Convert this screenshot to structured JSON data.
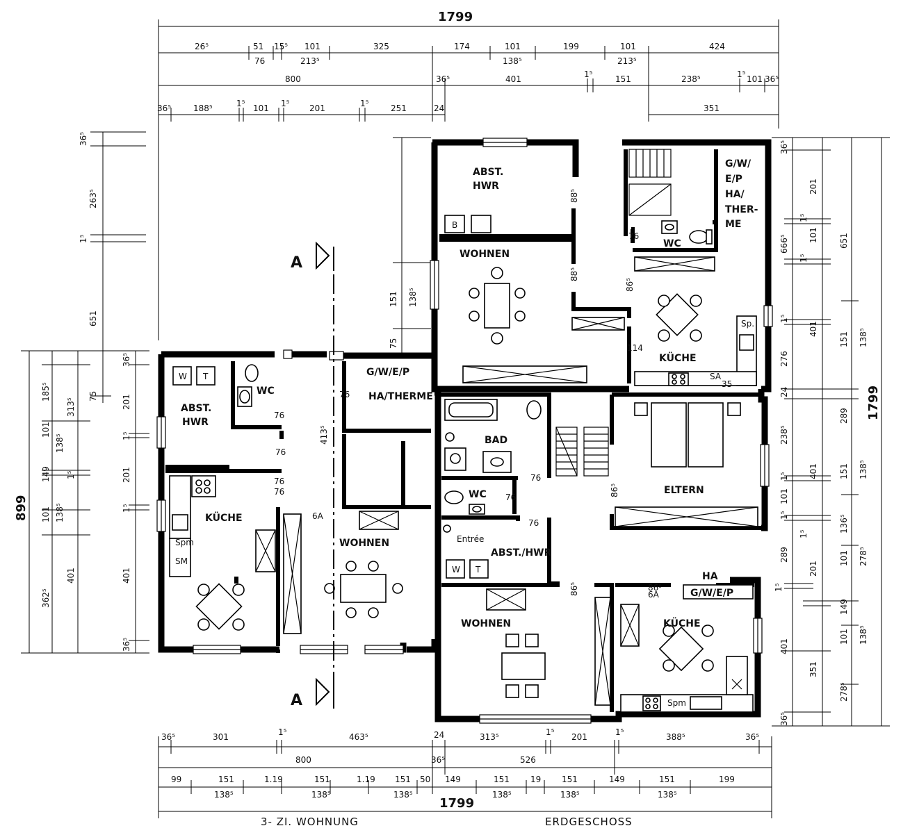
{
  "caption": {
    "left": "3-  ZI.  WOHNUNG",
    "right": "ERDGESCHOSS"
  },
  "section_mark": {
    "label": "A"
  },
  "rooms": {
    "w1_abst": "ABST.",
    "w1_hwr": "HWR",
    "w1_wc": "WC",
    "w1_kueche": "KÜCHE",
    "w1_wohnen": "WOHNEN",
    "w1_gwep": "G/W/E/P",
    "w1_hatherme": "HA/THERME",
    "w2_abst": "ABST.",
    "w2_hwr": "HWR",
    "w2_wohnen": "WOHNEN",
    "w2_wc": "WC",
    "w2_kueche": "KÜCHE",
    "w2_g": "G/W/",
    "w2_e": "E/P",
    "w2_ha": "HA/",
    "w2_ther": "THER-",
    "w2_me": "ME",
    "w3_bad": "BAD",
    "w3_wc": "WC",
    "w3_entree": "Entrée",
    "w3_absthwr": "ABST./HWR",
    "w3_eltern": "ELTERN",
    "w3_wohnen": "WOHNEN",
    "w3_kueche": "KÜCHE",
    "w3_ha": "HA",
    "w3_gwep": "G/W/E/P"
  },
  "fixture_labels": {
    "w": "W",
    "t": "T",
    "sp": "Sp.",
    "sa": "SA",
    "n35": "35",
    "spm": "Spm",
    "sm": "SM",
    "b": "B"
  },
  "marks": {
    "m76": "76",
    "m6a": "6A",
    "m413": "413⁵",
    "m885": "88⁵",
    "m114": "114",
    "m865": "86⁵"
  },
  "dims_top": {
    "total": "1799",
    "row1": [
      "26⁵",
      "51",
      "15⁵",
      "101",
      "325",
      "174",
      "101",
      "199",
      "101",
      "424"
    ],
    "row1_sub": [
      "76",
      "213⁵",
      "138⁵",
      "213⁵"
    ],
    "row2": [
      "800",
      "36⁵",
      "401",
      "1⁵",
      "151",
      "238⁵",
      "1⁵",
      "101",
      "36⁵"
    ],
    "row3": [
      "36⁵",
      "188⁵",
      "1⁵",
      "101",
      "1⁵",
      "201",
      "1⁵",
      "251",
      "24",
      "351"
    ]
  },
  "dims_bottom": {
    "row1": [
      "36⁵",
      "301",
      "1⁵",
      "463⁵",
      "24",
      "313⁵",
      "1⁵",
      "201",
      "1⁵",
      "388⁵",
      "36⁵"
    ],
    "row2": [
      "800",
      "36⁵",
      "526"
    ],
    "row3": [
      "99",
      "151",
      "1.19",
      "151",
      "1.19",
      "151",
      "50",
      "149",
      "151",
      "19",
      "151",
      "149",
      "151",
      "199"
    ],
    "row3_sub": [
      "138⁵",
      "138⁵",
      "138⁵",
      "138⁵",
      "138⁵",
      "138⁵"
    ],
    "total": "1799"
  },
  "dims_left": {
    "total": "899",
    "outer": [
      "36⁵",
      "263⁵",
      "1⁵",
      "651",
      "75"
    ],
    "mid": [
      "151",
      "138⁵",
      "75"
    ],
    "wing_a": [
      "185⁵",
      "313⁵",
      "101",
      "138⁵",
      "149",
      "1⁵",
      "101",
      "138⁵",
      "401",
      "362⁵"
    ],
    "wing_b": [
      "36⁵",
      "201",
      "1⁵",
      "201",
      "1⁵",
      "401",
      "36⁵"
    ]
  },
  "dims_right": {
    "total": "1799",
    "col1": [
      "36⁵",
      "201",
      "1⁵",
      "666⁵",
      "1⁵",
      "101",
      "1⁵",
      "401",
      "276",
      "24",
      "238⁵",
      "1⁵",
      "401",
      "1⁵",
      "101",
      "1⁵",
      "289",
      "201",
      "1⁵",
      "401",
      "351",
      "36⁵"
    ],
    "col2": [
      "651",
      "151",
      "138⁵",
      "289",
      "151",
      "138⁵",
      "136⁵",
      "101",
      "278⁵",
      "149",
      "101",
      "138⁵",
      "278⁵"
    ]
  },
  "colors": {
    "ink": "#111111",
    "paper": "#ffffff"
  }
}
